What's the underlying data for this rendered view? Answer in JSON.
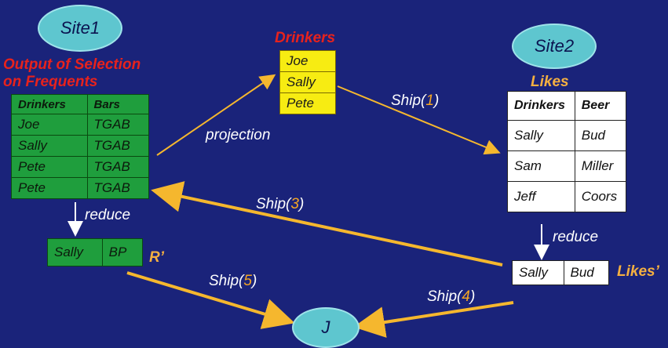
{
  "sites": {
    "site1": "Site1",
    "site2": "Site2",
    "j": "J"
  },
  "selection_label": {
    "line1": "Output of Selection",
    "line2": "on Frequents"
  },
  "frequents_table": {
    "headers": [
      "Drinkers",
      "Bars"
    ],
    "rows": [
      [
        "Joe",
        "TGAB"
      ],
      [
        "Sally",
        "TGAB"
      ],
      [
        "Pete",
        "TGAB"
      ],
      [
        "Pete",
        "TGAB"
      ]
    ]
  },
  "drinkers_table": {
    "title": "Drinkers",
    "rows": [
      "Joe",
      "Sally",
      "Pete"
    ]
  },
  "likes_table": {
    "title": "Likes",
    "headers": [
      "Drinkers",
      "Beer"
    ],
    "rows": [
      [
        "Sally",
        "Bud"
      ],
      [
        "Sam",
        "Miller"
      ],
      [
        "Jeff",
        "Coors"
      ]
    ]
  },
  "r_prime": {
    "cells": [
      "Sally",
      "BP"
    ],
    "label": "R’"
  },
  "likes_prime": {
    "cells": [
      "Sally",
      "Bud"
    ],
    "label": "Likes’"
  },
  "edges": {
    "projection": "projection",
    "reduce1": "reduce",
    "reduce2": "reduce",
    "ship1": {
      "prefix": "Ship(",
      "num": "1",
      "suffix": ")"
    },
    "ship3": {
      "prefix": "Ship(",
      "num": "3",
      "suffix": ")"
    },
    "ship4": {
      "prefix": "Ship(",
      "num": "4",
      "suffix": ")"
    },
    "ship5": {
      "prefix": "Ship(",
      "num": "5",
      "suffix": ")"
    }
  },
  "colors": {
    "background": "#1a237a",
    "arrow": "#f5b72e",
    "green_table": "#1f9e3d",
    "yellow_table": "#f7ec12"
  }
}
